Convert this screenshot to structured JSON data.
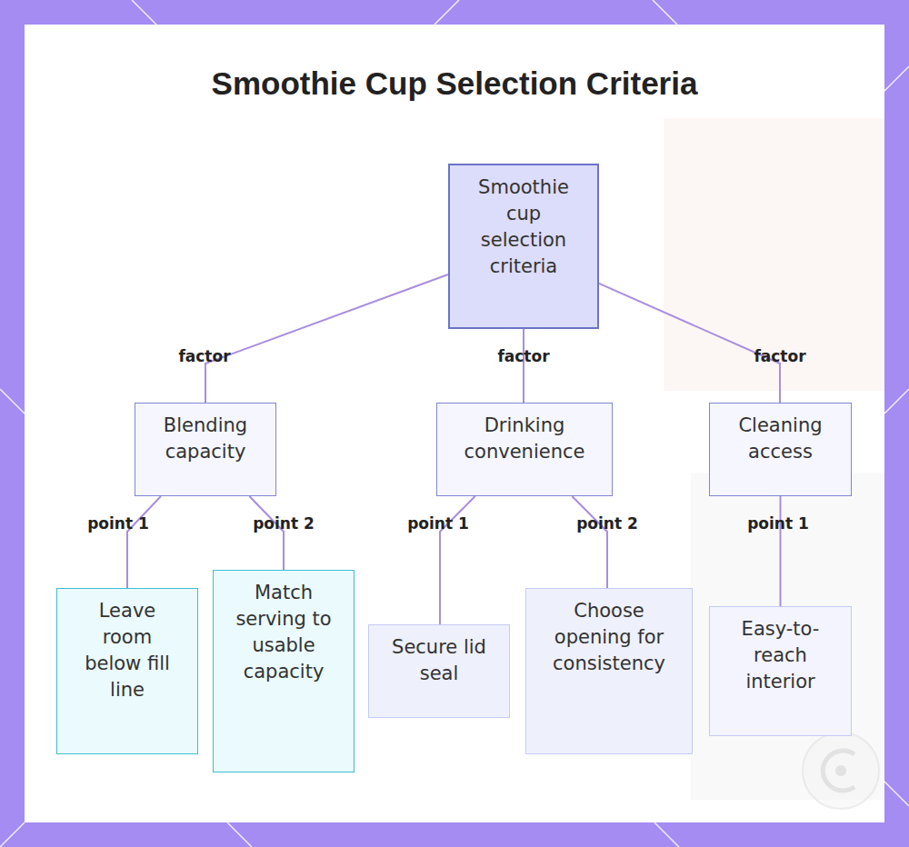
{
  "diagram": {
    "title": "Smoothie Cup Selection Criteria",
    "nodes": [
      {
        "text": [
          "Smoothie cup selection criteria"
        ]
      },
      {
        "text": [
          "Blending capacity"
        ]
      },
      {
        "text": [
          "Drinking convenience"
        ]
      },
      {
        "text": [
          "Cleaning access"
        ]
      },
      {
        "text": [
          "Leave room below fill line"
        ]
      },
      {
        "text": [
          "Match serving to usable capacity"
        ]
      },
      {
        "text": [
          "Secure lid seal"
        ]
      },
      {
        "text": [
          "Choose opening for consistency"
        ]
      },
      {
        "text": [
          "Easy-to-reach interior"
        ]
      }
    ],
    "edges": [
      {
        "from": 0,
        "to": 1,
        "label": "factor",
        "arrow": "none"
      },
      {
        "from": 0,
        "to": 2,
        "label": "factor",
        "arrow": "none"
      },
      {
        "from": 0,
        "to": 3,
        "label": "factor",
        "arrow": "none"
      },
      {
        "from": 1,
        "to": 4,
        "label": "point 1",
        "arrow": "none"
      },
      {
        "from": 1,
        "to": 5,
        "label": "point 2",
        "arrow": "none"
      },
      {
        "from": 2,
        "to": 6,
        "label": "point 1",
        "arrow": "none"
      },
      {
        "from": 2,
        "to": 7,
        "label": "point 2",
        "arrow": "none"
      },
      {
        "from": 3,
        "to": 8,
        "label": "point 1",
        "arrow": "none"
      }
    ]
  }
}
